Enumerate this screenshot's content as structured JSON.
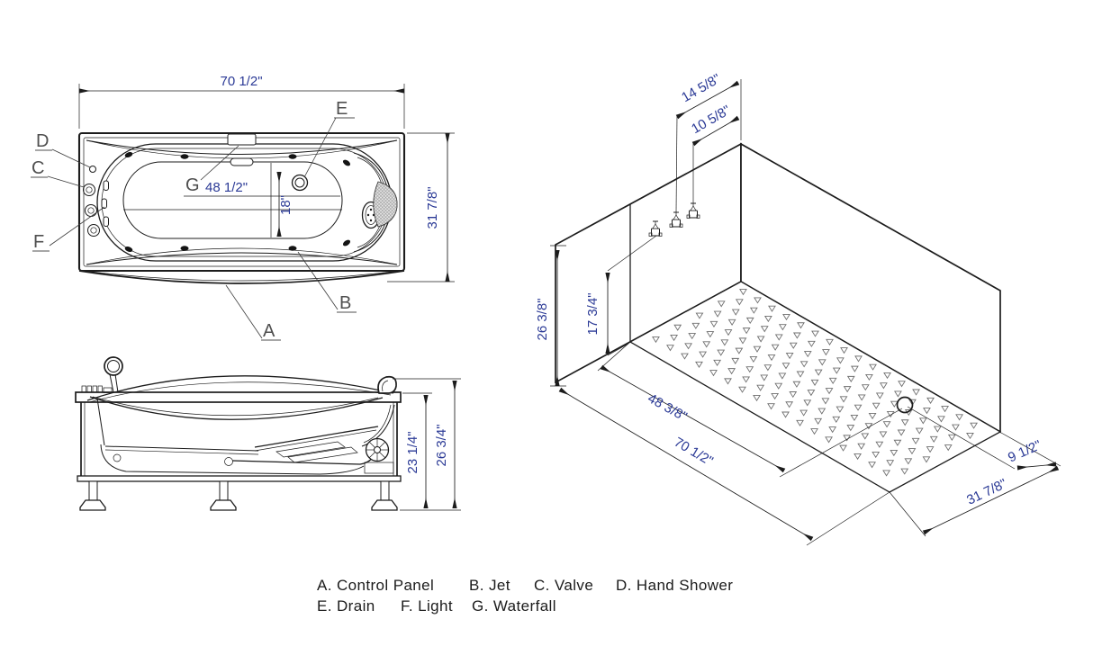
{
  "colors": {
    "line": "#1c1c1c",
    "dimension_text": "#2b3a96",
    "callout_text": "#4f4f4f"
  },
  "top_view": {
    "dims": {
      "width": "70 1/2\"",
      "depth": "31 7/8\"",
      "interior_length": "48 1/2\"",
      "interior_width": "18\""
    },
    "callouts": {
      "a": "A",
      "b": "B",
      "c": "C",
      "d": "D",
      "e": "E",
      "f": "F",
      "g": "G"
    }
  },
  "side_view": {
    "dims": {
      "inner_height": "23 1/4\"",
      "overall_height": "26 3/4\""
    }
  },
  "iso_view": {
    "dims": {
      "valve_offset_far": "14 5/8\"",
      "valve_offset_near": "10 5/8\"",
      "wall_height": "26 3/8\"",
      "valve_height": "17 3/4\"",
      "drain_from_end": "48 3/8\"",
      "length": "70 1/2\"",
      "drain_from_side": "9 1/2\"",
      "width": "31 7/8\""
    }
  },
  "legend": {
    "items": [
      "A. Control Panel",
      "B. Jet",
      "C. Valve",
      "D. Hand Shower",
      "E. Drain",
      "F. Light",
      "G. Waterfall"
    ]
  }
}
